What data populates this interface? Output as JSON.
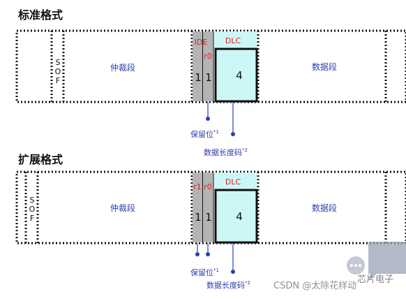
{
  "standard": {
    "title": "标准格式",
    "sof_letters": [
      "S",
      "O",
      "F"
    ],
    "arbitration_label": "仲裁段",
    "ide_label": "IDE",
    "r0_label": "r0",
    "dlc_label": "DLC",
    "bit1": "1",
    "bit2": "1",
    "dlc_value": "4",
    "data_label": "数据段",
    "reserved_label": "保留位",
    "reserved_note": "*1",
    "dlc_desc_label": "数据长度码",
    "dlc_desc_note": "*2"
  },
  "extended": {
    "title": "扩展格式",
    "sof_letters": [
      "S",
      "O",
      "F"
    ],
    "arbitration_label": "仲裁段",
    "r1_label": "r1",
    "r0_label": "r0",
    "dlc_label": "DLC",
    "bit1": "1",
    "bit2": "1",
    "dlc_value": "4",
    "data_label": "数据段",
    "reserved_label": "保留位",
    "reserved_note": "*1",
    "dlc_desc_label": "数据长度码",
    "dlc_desc_note": "*2"
  },
  "watermark": {
    "text": "CSDN @太除花样动",
    "brand": "芯片电子"
  },
  "colors": {
    "red": "#e0201a",
    "blue": "#2a3fb0",
    "gray_bit": "#b4b4b4",
    "cyan_fill": "#ccf7f7"
  }
}
